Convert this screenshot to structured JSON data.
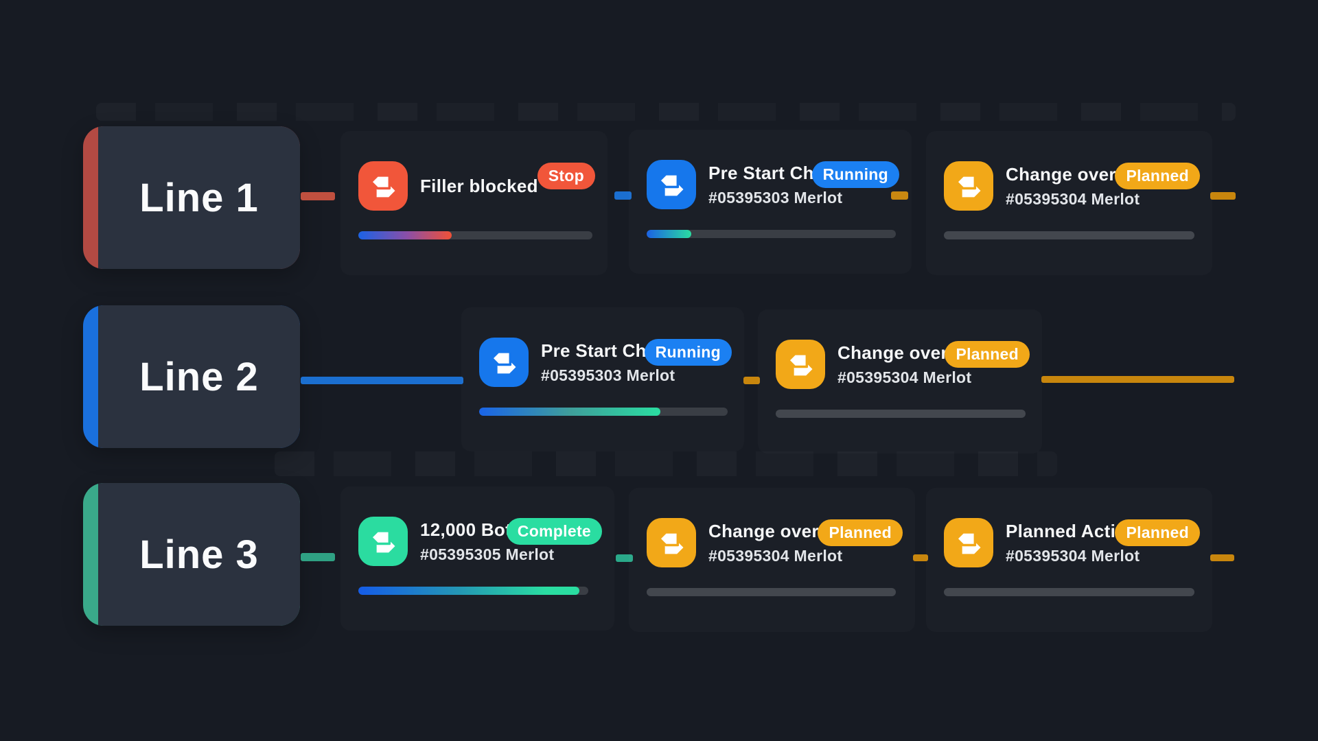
{
  "canvas": {
    "bg": "#171b23",
    "card_bg": "#2b323f"
  },
  "lines": [
    {
      "label": "Line 1",
      "stripe_color": "#b34a43",
      "connectors": [
        {
          "color": "#c0503f"
        },
        {
          "color": "#1b6fd0"
        },
        {
          "color": "#c8860d"
        },
        {
          "color": "#c8860d"
        }
      ],
      "tasks": [
        {
          "title": "Filler blocked",
          "subtitle": "",
          "status": "Stop",
          "badge_color": "#f1563a",
          "icon_color": "#f1563a",
          "icon": "tags-icon",
          "progress_fill": "40%",
          "progress_gradient": "linear-gradient(90deg,#1b62e4,#8a4fa8 52%,#ef5137)",
          "track_color": "#3a3e45"
        },
        {
          "title": "Pre Start Check",
          "subtitle": "#05395303 Merlot",
          "status": "Running",
          "badge_color": "#1b80f2",
          "icon_color": "#1677ec",
          "icon": "tags-icon",
          "progress_fill": "18%",
          "progress_gradient": "linear-gradient(90deg,#1b62e4,#2adda1)",
          "track_color": "#3a3e45"
        },
        {
          "title": "Change over",
          "subtitle": "#05395304 Merlot",
          "status": "Planned",
          "badge_color": "#f2a818",
          "icon_color": "#f2a818",
          "icon": "tags-icon",
          "progress_fill": "0%",
          "progress_gradient": "none",
          "track_color": "#43474e"
        }
      ]
    },
    {
      "label": "Line 2",
      "stripe_color": "#1a70dd",
      "connectors": [
        {
          "color": "#1b6fd0"
        },
        {
          "color": "#c8860d"
        },
        {
          "color": "#c8860d"
        }
      ],
      "tasks": [
        {
          "title": "Pre Start Check",
          "subtitle": "#05395303 Merlot",
          "status": "Running",
          "badge_color": "#1b80f2",
          "icon_color": "#1677ec",
          "icon": "tags-icon",
          "progress_fill": "73%",
          "progress_gradient": "linear-gradient(90deg,#1a64e8,#3f9e9b 50%,#2adda1)",
          "track_color": "#3a3e45"
        },
        {
          "title": "Change over",
          "subtitle": "#05395304 Merlot",
          "status": "Planned",
          "badge_color": "#f2a818",
          "icon_color": "#f2a818",
          "icon": "tags-icon",
          "progress_fill": "0%",
          "progress_gradient": "none",
          "track_color": "#43474e"
        }
      ]
    },
    {
      "label": "Line 3",
      "stripe_color": "#3aa98a",
      "connectors": [
        {
          "color": "#2fa183"
        },
        {
          "color": "#2aa98a"
        },
        {
          "color": "#c8860d"
        },
        {
          "color": "#c8860d"
        }
      ],
      "tasks": [
        {
          "title": "12,000 Bottles",
          "subtitle": "#05395305 Merlot",
          "status": "Complete",
          "badge_color": "#2adda1",
          "icon_color": "#2bdca0",
          "icon": "tags-icon",
          "progress_fill": "96%",
          "progress_gradient": "linear-gradient(90deg,#155ce8,#2496b5 45%,#2adda1 85%)",
          "track_color": "#3a3e45"
        },
        {
          "title": "Change over",
          "subtitle": "#05395304 Merlot",
          "status": "Planned",
          "badge_color": "#f2a818",
          "icon_color": "#f2a818",
          "icon": "tags-icon",
          "progress_fill": "0%",
          "progress_gradient": "none",
          "track_color": "#43474e"
        },
        {
          "title": "Planned Activity",
          "subtitle": "#05395304 Merlot",
          "status": "Planned",
          "badge_color": "#f2a818",
          "icon_color": "#f2a818",
          "icon": "tags-icon",
          "progress_fill": "0%",
          "progress_gradient": "none",
          "track_color": "#43474e"
        }
      ]
    }
  ]
}
